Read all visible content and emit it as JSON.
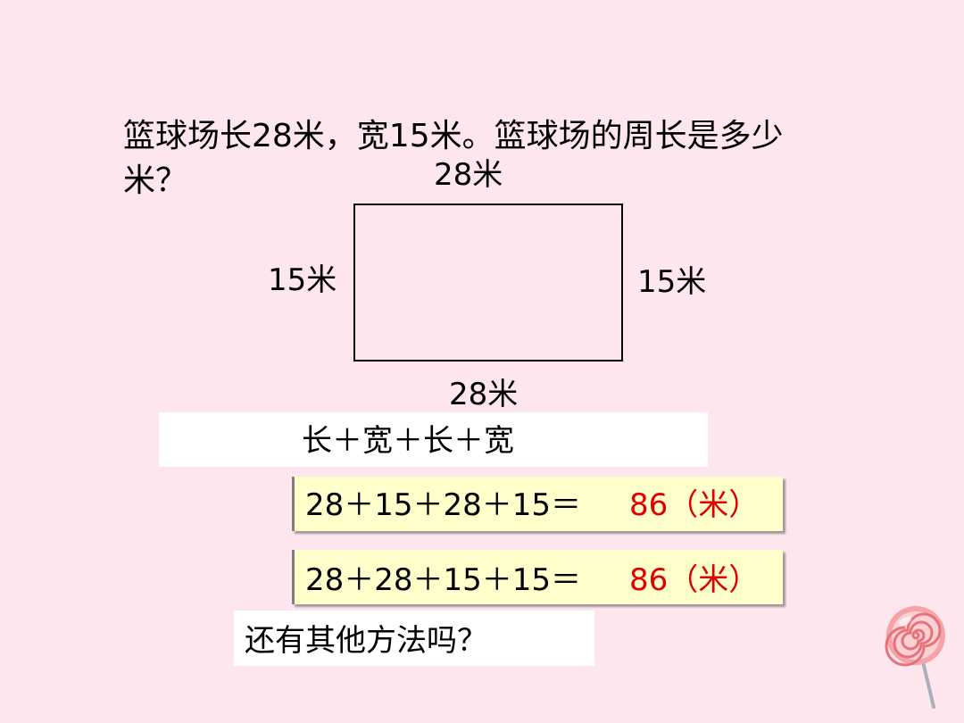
{
  "question": {
    "line1": "篮球场长28米，宽15米。篮球场的周长是多少",
    "line2": "米？"
  },
  "diagram": {
    "top_label": "28米",
    "bottom_label": "28米",
    "left_label": "15米",
    "right_label": "15米"
  },
  "formula_words": "长＋宽＋长＋宽",
  "equation1": {
    "expr": "28＋15＋28＋15＝",
    "answer": "86（米）"
  },
  "equation2": {
    "expr": "28＋28＋15＋15＝",
    "answer": "86（米）"
  },
  "prompt": "还有其他方法吗？",
  "colors": {
    "background": "#fde6ee",
    "answer": "#e00000",
    "highlight_box": "#ffffcc"
  },
  "decoration": {
    "icon": "lollipop-icon"
  }
}
